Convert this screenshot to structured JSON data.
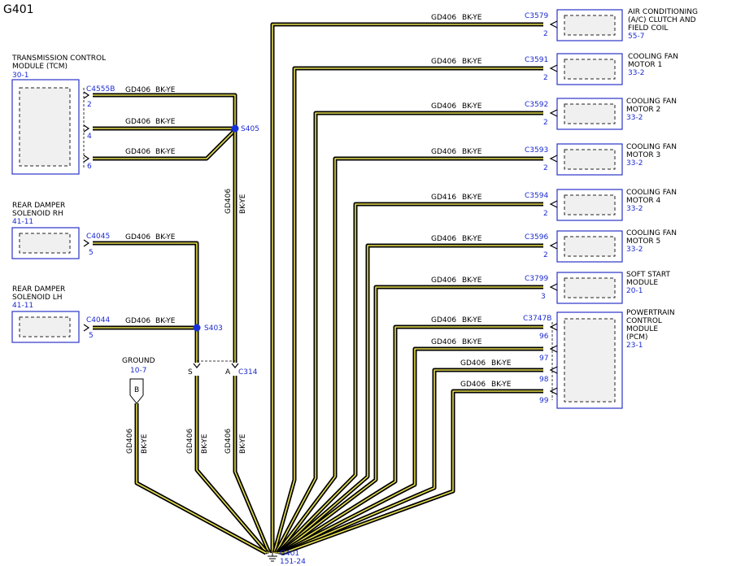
{
  "title": "G401",
  "wire_label": "GD406",
  "wire_color": "BK-YE",
  "left_components": [
    {
      "name": "TRANSMISSION CONTROL",
      "name2": "MODULE (TCM)",
      "ref": "30-1",
      "connector": "C4555B",
      "pins": [
        "2",
        "4",
        "6"
      ]
    },
    {
      "name": "REAR DAMPER",
      "name2": "SOLENOID RH",
      "ref": "41-11",
      "connector": "C4045",
      "pins": [
        "5"
      ]
    },
    {
      "name": "REAR DAMPER",
      "name2": "SOLENOID LH",
      "ref": "41-11",
      "connector": "C4044",
      "pins": [
        "5"
      ]
    }
  ],
  "splices": {
    "s405": "S405",
    "s403": "S403"
  },
  "inline": {
    "connector": "C314",
    "pin_s": "S",
    "pin_a": "A"
  },
  "ground": {
    "label": "GROUND",
    "ref": "10-7",
    "pin": "B"
  },
  "ground_point": {
    "label": "G401",
    "ref": "151-24"
  },
  "right_components": [
    {
      "lines": [
        "AIR CONDITIONING",
        "(A/C) CLUTCH AND",
        "FIELD COIL"
      ],
      "ref": "55-7",
      "connector": "C3579",
      "pin": "2",
      "wire": "GD406"
    },
    {
      "lines": [
        "COOLING FAN",
        "MOTOR 1"
      ],
      "ref": "33-2",
      "connector": "C3591",
      "pin": "2",
      "wire": "GD406"
    },
    {
      "lines": [
        "COOLING FAN",
        "MOTOR 2"
      ],
      "ref": "33-2",
      "connector": "C3592",
      "pin": "2",
      "wire": "GD406"
    },
    {
      "lines": [
        "COOLING FAN",
        "MOTOR 3"
      ],
      "ref": "33-2",
      "connector": "C3593",
      "pin": "2",
      "wire": "GD406"
    },
    {
      "lines": [
        "COOLING FAN",
        "MOTOR 4"
      ],
      "ref": "33-2",
      "connector": "C3594",
      "pin": "2",
      "wire": "GD416"
    },
    {
      "lines": [
        "COOLING FAN",
        "MOTOR 5"
      ],
      "ref": "33-2",
      "connector": "C3596",
      "pin": "2",
      "wire": "GD406"
    },
    {
      "lines": [
        "SOFT START",
        "MODULE"
      ],
      "ref": "20-1",
      "connector": "C3799",
      "pin": "3",
      "wire": "GD406"
    }
  ],
  "pcm": {
    "lines": [
      "POWERTRAIN",
      "CONTROL",
      "MODULE",
      "(PCM)"
    ],
    "ref": "23-1",
    "connector": "C3747B",
    "pins": [
      "96",
      "97",
      "98",
      "99"
    ]
  }
}
